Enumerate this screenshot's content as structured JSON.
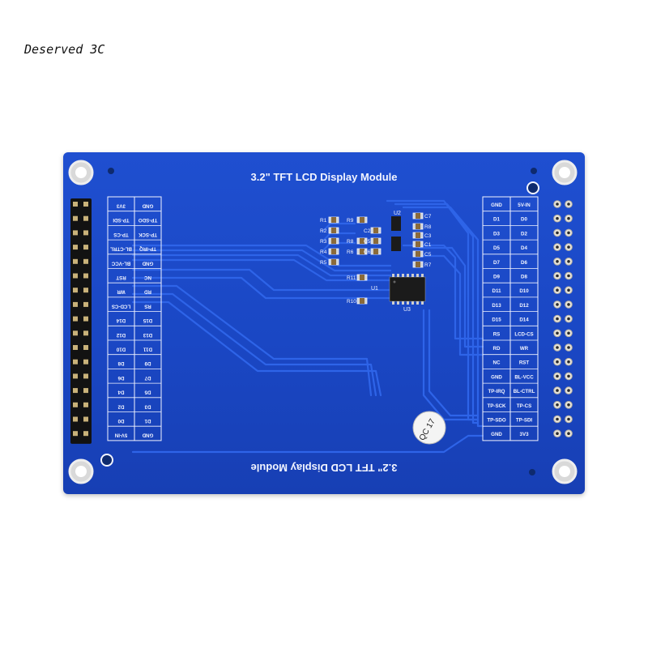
{
  "watermark": "Deserved 3C",
  "board": {
    "title_top": "3.2\" TFT LCD Display Module",
    "title_bottom": "3.2\" TFT LCD Display Module",
    "colors": {
      "pcb": "#1a47c4",
      "trace": "#2e64e8",
      "silk": "#f2f4ff",
      "header_black": "#111111",
      "pin_gold": "#c9b27a"
    },
    "left_header": {
      "col_outer": [
        "3V3",
        "TP-SDI",
        "TP-CS",
        "BL-CTRL",
        "BL-VCC",
        "RST",
        "WR",
        "LCD-CS",
        "D14",
        "D12",
        "D10",
        "D8",
        "D6",
        "D4",
        "D2",
        "D0",
        "5V-IN"
      ],
      "col_inner": [
        "GND",
        "TP-SDO",
        "TP-SCK",
        "TP-IRQ",
        "GND",
        "NC",
        "RD",
        "RS",
        "D15",
        "D13",
        "D11",
        "D9",
        "D7",
        "D5",
        "D3",
        "D1",
        "GND"
      ]
    },
    "right_header": {
      "col_a": [
        "GND",
        "D1",
        "D3",
        "D5",
        "D7",
        "D9",
        "D11",
        "D13",
        "D15",
        "RS",
        "RD",
        "NC",
        "GND",
        "TP-IRQ",
        "TP-SCK",
        "TP-SDO",
        "GND"
      ],
      "col_b": [
        "5V-IN",
        "D0",
        "D2",
        "D4",
        "D6",
        "D8",
        "D10",
        "D12",
        "D14",
        "LCD-CS",
        "WR",
        "RST",
        "BL-VCC",
        "BL-CTRL",
        "TP-CS",
        "TP-SDI",
        "3V3"
      ]
    },
    "components": {
      "resistors_left": [
        "R1",
        "R2",
        "R3",
        "R4",
        "R5"
      ],
      "resistors_mid": [
        "R9",
        "R8",
        "R6",
        "R11",
        "R10"
      ],
      "caps_left": [
        "C2",
        "C5",
        "C6"
      ],
      "caps_right": [
        "C7",
        "R8",
        "C3",
        "C1",
        "C5",
        "R7"
      ],
      "chips": [
        "U2",
        "U1",
        "U3"
      ],
      "qc_label": "QC 17"
    }
  }
}
